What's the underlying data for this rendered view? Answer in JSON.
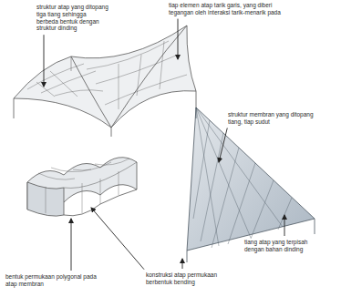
{
  "diagram": {
    "labels": [
      "struktur atap yang ditopang tiga tiang sehingga berbeda bentuk dengan struktur dinding",
      "tiap elemen atap tarik garis, yang diberi tegangan oleh interaksi tarik-menarik pada",
      "struktur membran yang ditopang tiang, tiap sudut",
      "tiang atap yang terpisah dengan bahan dinding",
      "bentuk permukaan polygonal pada atap membran",
      "konstruksi atap permukaan berbentuk bending"
    ]
  }
}
